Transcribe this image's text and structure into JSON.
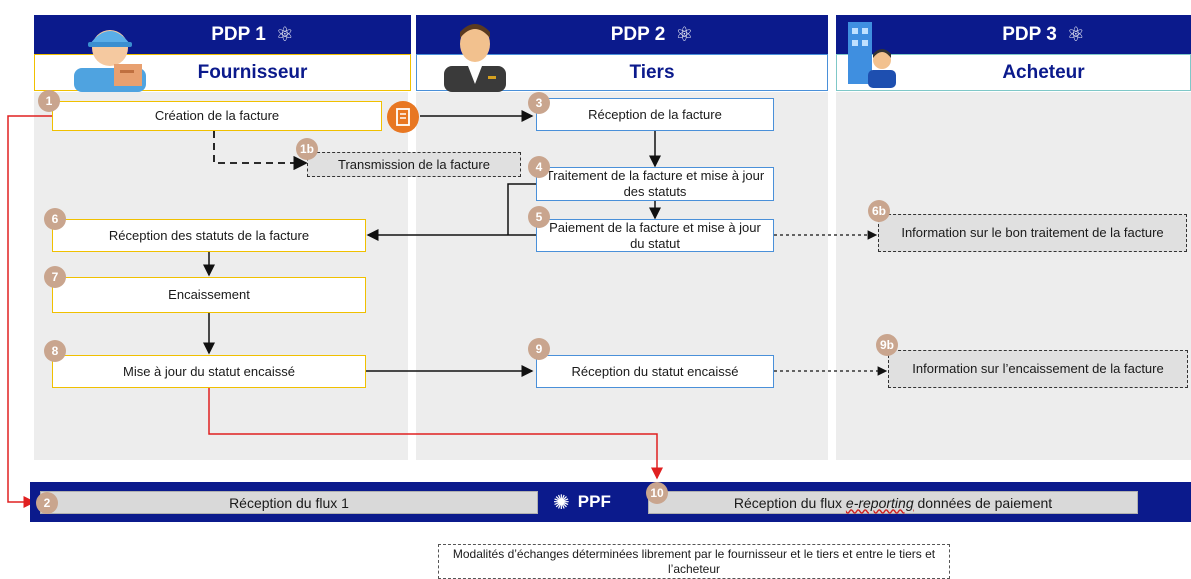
{
  "columns": [
    {
      "id": "pdp1",
      "title": "PDP 1",
      "role": "Fournisseur",
      "atom_icon": "atom-icon"
    },
    {
      "id": "pdp2",
      "title": "PDP 2",
      "role": "Tiers",
      "atom_icon": "atom-icon"
    },
    {
      "id": "pdp3",
      "title": "PDP 3",
      "role": "Acheteur",
      "atom_icon": "atom-icon"
    }
  ],
  "steps": {
    "s1": {
      "num": "1",
      "label": "Création de la facture"
    },
    "s1b": {
      "num": "1b",
      "label": "Transmission de la facture"
    },
    "s3": {
      "num": "3",
      "label": "Réception de la facture"
    },
    "s4": {
      "num": "4",
      "label": "Traitement de la facture et mise à jour des statuts"
    },
    "s5": {
      "num": "5",
      "label": "Paiement de la facture et mise à jour du statut"
    },
    "s6": {
      "num": "6",
      "label": "Réception des statuts de la facture"
    },
    "s6b": {
      "num": "6b",
      "label": "Information sur le bon traitement de la facture"
    },
    "s7": {
      "num": "7",
      "label": "Encaissement"
    },
    "s8": {
      "num": "8",
      "label": "Mise à jour du statut encaissé"
    },
    "s9": {
      "num": "9",
      "label": "Réception du statut encaissé"
    },
    "s9b": {
      "num": "9b",
      "label": "Information sur l’encaissement de la facture"
    }
  },
  "ppf": {
    "label": "PPF",
    "left": {
      "num": "2",
      "label": "Réception du flux 1"
    },
    "right": {
      "num": "10",
      "label_pre": "Réception du flux ",
      "label_em": "e-reporting",
      "label_post": " données de paiement"
    }
  },
  "legend": {
    "label": "Modalités d’échanges déterminées librement par le fournisseur et le tiers et entre le tiers et l’acheteur"
  },
  "colors": {
    "navy": "#0b1a8c",
    "yellow_border": "#f0c000",
    "blue_border": "#4a90d9",
    "badge": "#c9a58e",
    "red_line": "#e02020",
    "doc_icon": "#e87722"
  }
}
